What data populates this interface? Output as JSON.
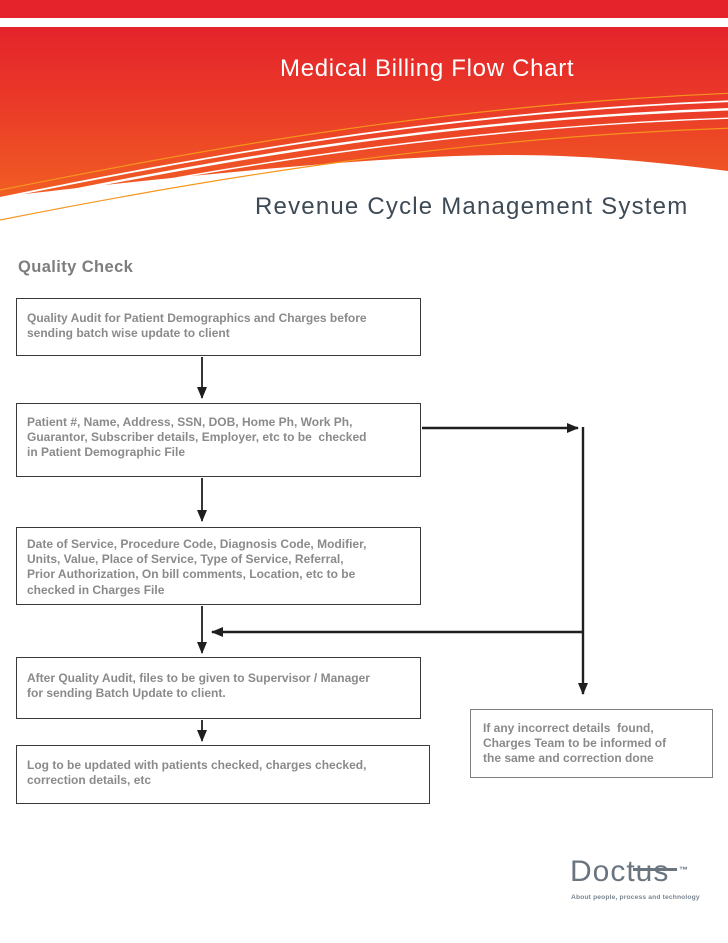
{
  "header": {
    "title": "Medical Billing Flow Chart",
    "subtitle": "Revenue Cycle Management System",
    "colors": {
      "band_red": "#e4232b",
      "gradient_bottom_orange": "#f15d24",
      "swoosh_orange": "#f7941d",
      "subtitle_text": "#3d4a55"
    }
  },
  "section": {
    "heading": "Quality Check"
  },
  "flowchart": {
    "boxes": [
      {
        "id": "quality-audit",
        "lines": [
          "Quality Audit for Patient Demographics and Charges before",
          "sending batch wise update to client"
        ]
      },
      {
        "id": "patient-demo",
        "lines": [
          "Patient #, Name, Address, SSN, DOB, Home Ph, Work Ph,",
          "Guarantor, Subscriber details, Employer, etc to be  checked",
          "in Patient Demographic File"
        ]
      },
      {
        "id": "charges-file",
        "lines": [
          "Date of Service, Procedure Code, Diagnosis Code, Modifier,",
          "Units, Value, Place of Service, Type of Service, Referral,",
          "Prior Authorization, On bill comments, Location, etc to be",
          "checked in Charges File"
        ]
      },
      {
        "id": "supervisor",
        "lines": [
          "After Quality Audit, files to be given to Supervisor / Manager",
          "for sending Batch Update to client."
        ]
      },
      {
        "id": "log-update",
        "lines": [
          "Log to be updated with patients checked, charges checked,",
          "correction details, etc"
        ]
      }
    ],
    "side_box": {
      "id": "incorrect-details",
      "lines": [
        "If any incorrect details  found,",
        "Charges Team to be informed of",
        "the same and correction done"
      ]
    },
    "connector_color": "#1f1f1f",
    "box_text_color": "#8a8a8a"
  },
  "logo": {
    "name": "Doctus",
    "trademark": "™",
    "tagline": "About people, process and technology",
    "color": "#6a7580"
  }
}
